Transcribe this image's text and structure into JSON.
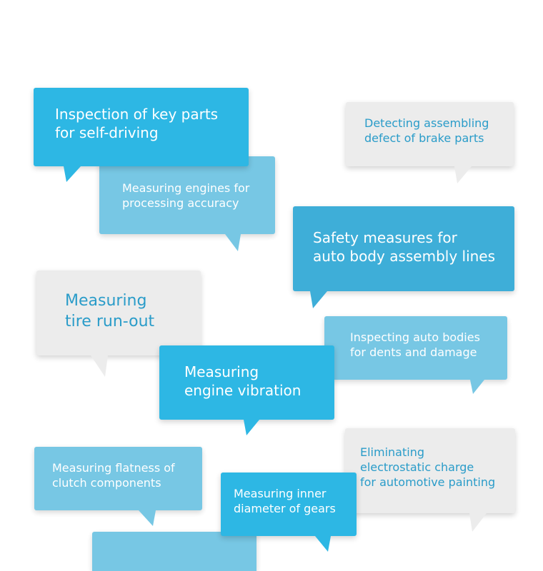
{
  "bubbles": {
    "b1": {
      "lines": [
        "Inspection of key parts",
        "for self-driving"
      ]
    },
    "b2": {
      "lines": [
        "Detecting assembling",
        "defect of brake parts"
      ]
    },
    "b3": {
      "lines": [
        "Measuring engines for",
        "processing accuracy"
      ]
    },
    "b4": {
      "lines": [
        "Safety measures for",
        "auto body assembly lines"
      ]
    },
    "b5": {
      "lines": [
        "Measuring",
        "tire run-out"
      ]
    },
    "b6": {
      "lines": [
        "Inspecting auto bodies",
        "for dents and damage"
      ]
    },
    "b7": {
      "lines": [
        "Measuring",
        "engine vibration"
      ]
    },
    "b8": {
      "lines": [
        "Measuring flatness of",
        "clutch components"
      ]
    },
    "b9": {
      "lines": [
        "Eliminating",
        "electrostatic charge",
        "for automotive painting"
      ]
    },
    "b10": {
      "lines": [
        "Measuring inner",
        "diameter of gears"
      ]
    }
  },
  "colors": {
    "blue_strong": "#2db7e4",
    "blue_mid": "#3eaed8",
    "blue_light": "#6cc3e2",
    "gray": "#ececec",
    "gray_text": "#2a9cc9"
  }
}
